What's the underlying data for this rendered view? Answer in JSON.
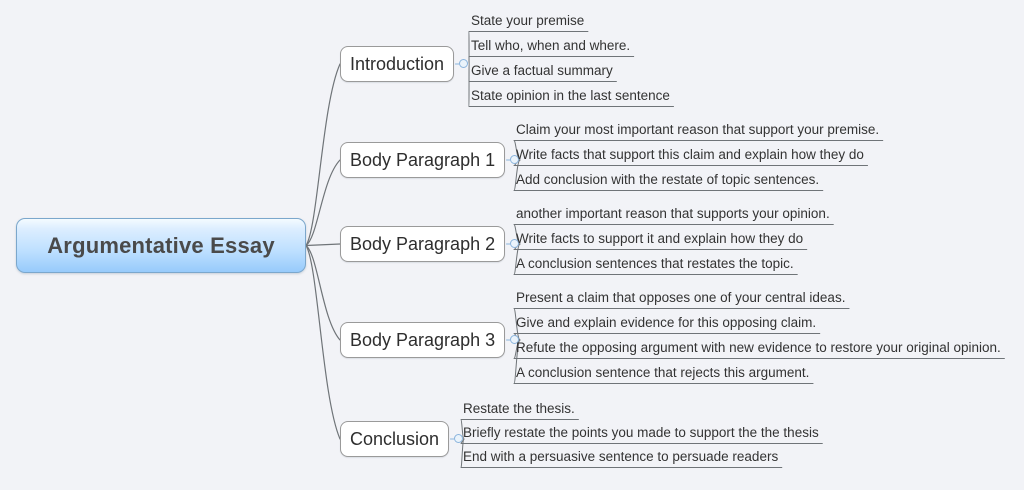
{
  "background_color": "#f2f3f7",
  "root": {
    "label": "Argumentative Essay",
    "fill_top": "#f4fbff",
    "fill_bottom": "#97cbfb",
    "border_color": "#7ba7cc",
    "text_color": "#4a4a4a"
  },
  "connector_color": "#6f7478",
  "junction_color": "#8ab4dd",
  "branches": [
    {
      "label": "Introduction",
      "leaves": [
        "State your premise",
        "Tell who, when and where.",
        "Give a factual summary",
        "State opinion in the last sentence"
      ]
    },
    {
      "label": "Body Paragraph 1",
      "leaves": [
        "Claim your most important reason that support your premise.",
        "Write facts that support this claim and explain how they do",
        "Add conclusion with the restate of topic sentences."
      ]
    },
    {
      "label": "Body Paragraph 2",
      "leaves": [
        "another important reason that supports your opinion.",
        "Write facts to support it and explain how they do",
        "A conclusion sentences that restates the topic."
      ]
    },
    {
      "label": "Body Paragraph 3",
      "leaves": [
        "Present a claim that opposes one of your central ideas.",
        "Give and explain evidence for this opposing claim.",
        "Refute the opposing argument with new evidence to restore your original opinion.",
        "A conclusion sentence that rejects this argument."
      ]
    },
    {
      "label": "Conclusion",
      "leaves": [
        "Restate the thesis.",
        "Briefly restate the points you made to support the the thesis",
        "End with a persuasive sentence to persuade readers"
      ]
    }
  ]
}
